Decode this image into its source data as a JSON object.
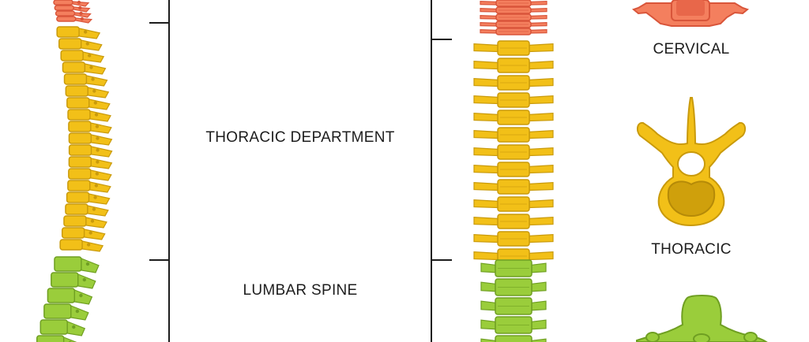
{
  "labels": {
    "thoracic_department": "THORACIC DEPARTMENT",
    "lumbar_spine": "LUMBAR SPINE",
    "cervical": "CERVICAL",
    "thoracic": "THORACIC"
  },
  "colors": {
    "cervical": "#f47f5e",
    "cervical_dark": "#d9553a",
    "thoracic": "#f2c018",
    "thoracic_dark": "#c99a0b",
    "lumbar": "#9acd3b",
    "lumbar_dark": "#6f9f22",
    "line": "#1d1d1d"
  },
  "icons": {
    "side_spine": "side-view-spine-icon",
    "front_spine": "front-view-spine-icon",
    "cervical_vertebra": "cervical-vertebra-icon",
    "thoracic_vertebra": "thoracic-vertebra-icon",
    "lumbar_vertebra": "lumbar-vertebra-icon"
  }
}
